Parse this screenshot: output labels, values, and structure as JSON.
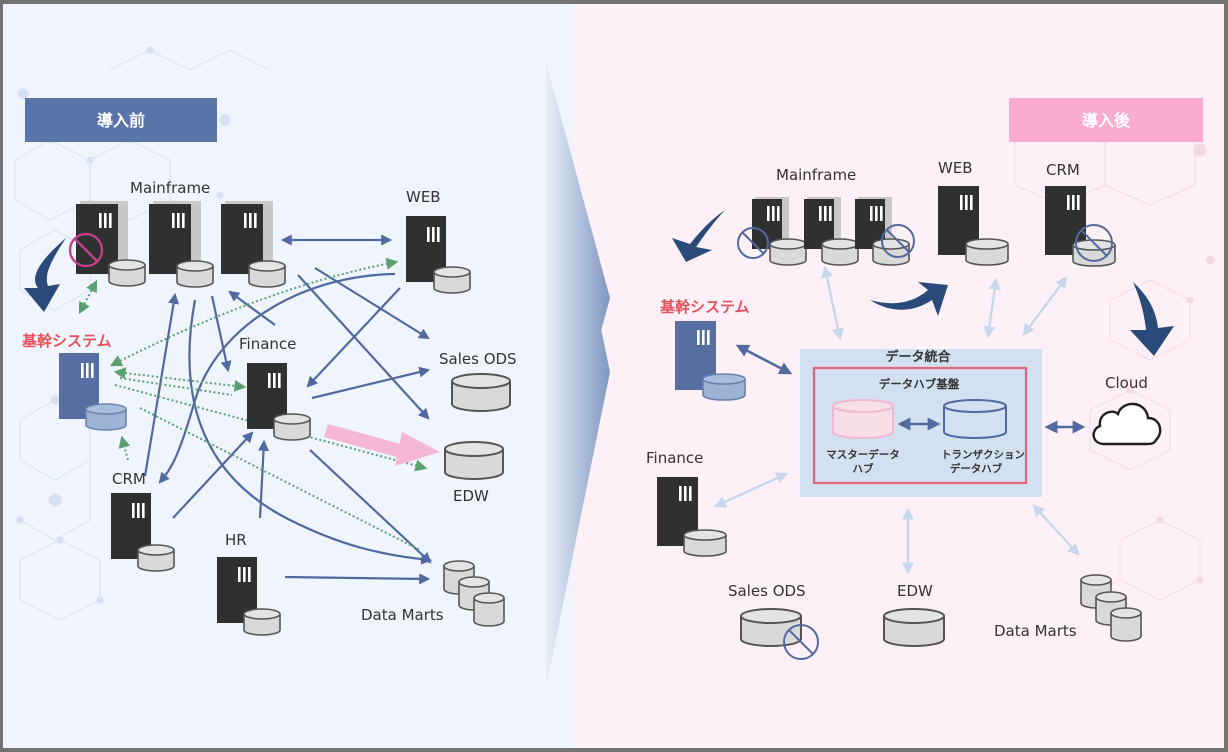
{
  "before": {
    "header": "導入前",
    "header_color": "#5874a8",
    "nodes": {
      "mainframe": "Mainframe",
      "web": "WEB",
      "core_system": "基幹システム",
      "finance": "Finance",
      "sales_ods": "Sales ODS",
      "edw": "EDW",
      "crm": "CRM",
      "hr": "HR",
      "data_marts": "Data Marts"
    }
  },
  "after": {
    "header": "導入後",
    "header_color": "#f9acd0",
    "nodes": {
      "mainframe": "Mainframe",
      "web": "WEB",
      "crm": "CRM",
      "core_system": "基幹システム",
      "finance": "Finance",
      "cloud": "Cloud",
      "sales_ods": "Sales ODS",
      "edw": "EDW",
      "data_marts": "Data Marts"
    },
    "integration": {
      "title": "データ統合",
      "hub_title": "データハブ基盤",
      "master_hub": [
        "マスターデータ",
        "ハブ"
      ],
      "transaction_hub": [
        "トランザクション",
        "データハブ"
      ]
    }
  },
  "colors": {
    "server": "#2f3030",
    "core_server": "#566fa0",
    "arrow_blue": "#52699f",
    "arrow_dark": "#2a4a7a",
    "arrow_light": "#c6d7ec",
    "dotted_green": "#5aa070",
    "highlight_pink": "#f5b8d4",
    "hub_border": "#e36476",
    "accent_red": "#e8505b",
    "prohibit_magenta": "#c0408a",
    "prohibit_blue": "#52699f"
  }
}
